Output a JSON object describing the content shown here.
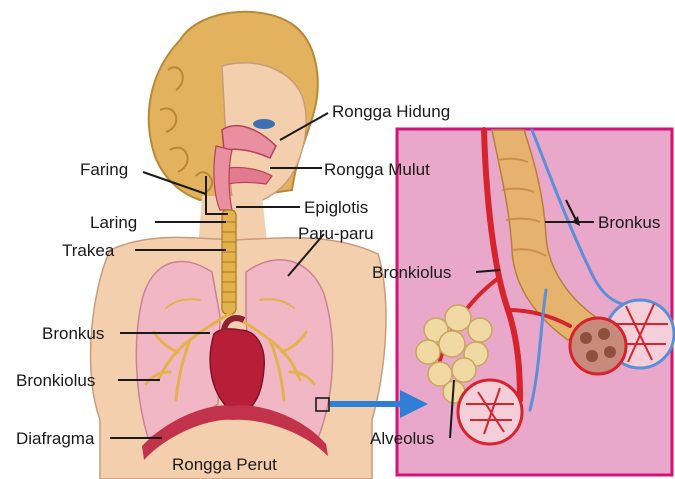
{
  "labels": {
    "rongga_hidung": "Rongga Hidung",
    "faring": "Faring",
    "rongga_mulut": "Rongga Mulut",
    "epiglotis": "Epiglotis",
    "laring": "Laring",
    "trakea": "Trakea",
    "paru_paru": "Paru-paru",
    "bronkus_left": "Bronkus",
    "bronkiolus_left": "Bronkiolus",
    "diafragma": "Diafragma",
    "rongga_perut": "Rongga Perut",
    "bronkus_right": "Bronkus",
    "bronkiolus_right": "Bronkiolus",
    "alveolus": "Alveolus"
  },
  "colors": {
    "skin": "#f4cfae",
    "hair": "#e2b25e",
    "lung": "#f2b7c4",
    "bronchi": "#e3b24c",
    "heart": "#b81e38",
    "diaphragm": "#c2324a",
    "inset_bg": "#e9a7c9",
    "inset_border": "#d4127a",
    "artery": "#d6232c",
    "vein": "#5b8fd8",
    "alveolus": "#f0d9a2",
    "arrow": "#2f7fd6"
  }
}
